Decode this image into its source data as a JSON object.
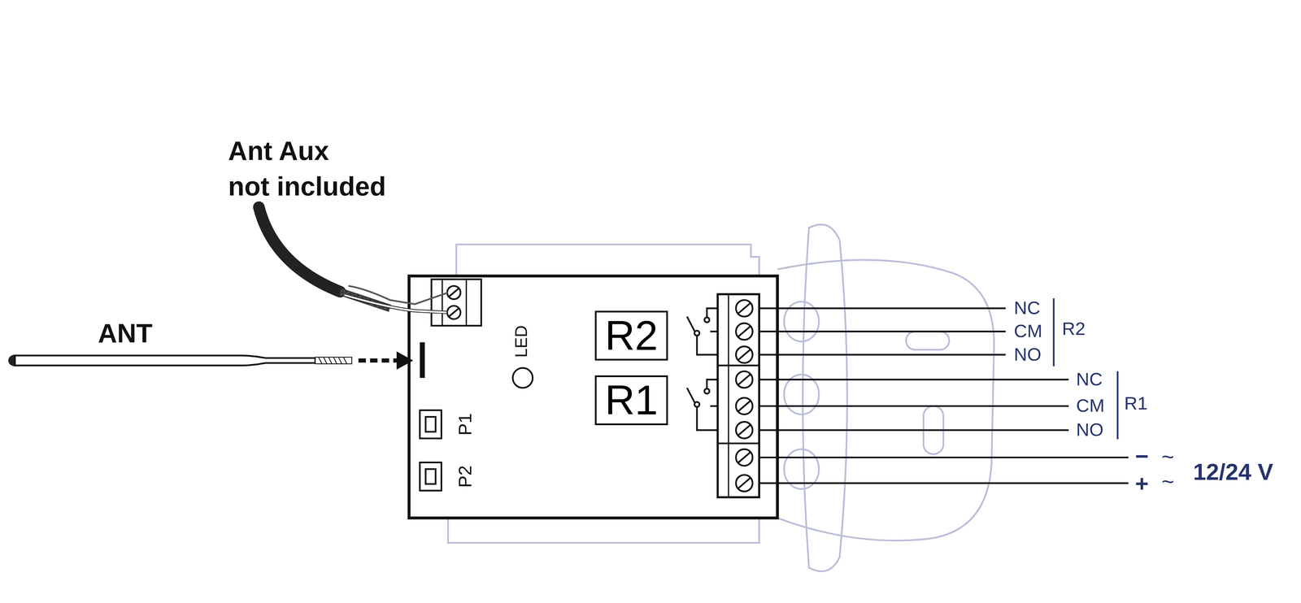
{
  "diagram": {
    "nodes": [
      {
        "text": [
          "R2"
        ]
      },
      {
        "text": [
          "R1"
        ]
      }
    ],
    "labels": [
      "Ant Aux",
      "not included",
      "ANT",
      "LED",
      "P1",
      "P2",
      "NC",
      "CM",
      "NO",
      "R2",
      "NC",
      "CM",
      "NO",
      "R1",
      "−",
      "~",
      "+",
      "~",
      "12/24 V"
    ]
  }
}
